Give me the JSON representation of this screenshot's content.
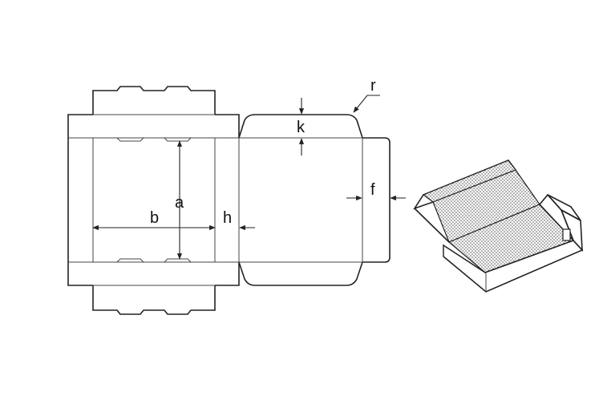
{
  "labels": {
    "a": "a",
    "b": "b",
    "h": "h",
    "k": "k",
    "f": "f",
    "r": "r"
  },
  "colors": {
    "line": "#222222",
    "background": "#ffffff",
    "shade": "#bdbdbd"
  }
}
